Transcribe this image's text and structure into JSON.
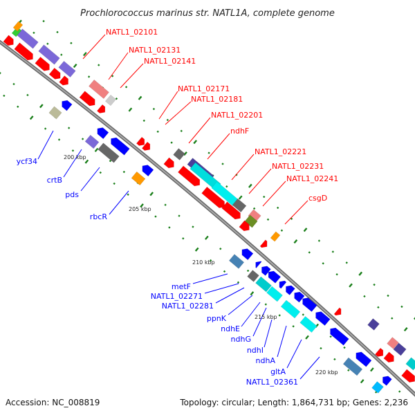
{
  "title": "Prochlorococcus marinus str. NATL1A, complete genome",
  "footer": {
    "accession": "Accession: NC_008819",
    "summary": "Topology: circular; Length: 1,864,731 bp; Genes: 2,236"
  },
  "colors": {
    "forward_label": "#ff0000",
    "reverse_label": "#0000ff",
    "backbone": "#888888",
    "tick": "#1a7f1a"
  },
  "ticks": [
    "200 kbp",
    "205 kbp",
    "210 kbp",
    "215 kbp",
    "220 kbp"
  ],
  "forward_genes": [
    "NATL1_02101",
    "NATL1_02131",
    "NATL1_02141",
    "NATL1_02171",
    "NATL1_02181",
    "NATL1_02201",
    "ndhF",
    "NATL1_02221",
    "NATL1_02231",
    "NATL1_02241",
    "csgD"
  ],
  "reverse_genes": [
    "ycf34",
    "crtB",
    "pds",
    "rbcR",
    "metF",
    "NATL1_02271",
    "NATL1_02281",
    "ppnK",
    "ndhE",
    "ndhG",
    "ndhI",
    "ndhA",
    "gltA",
    "NATL1_02361"
  ]
}
